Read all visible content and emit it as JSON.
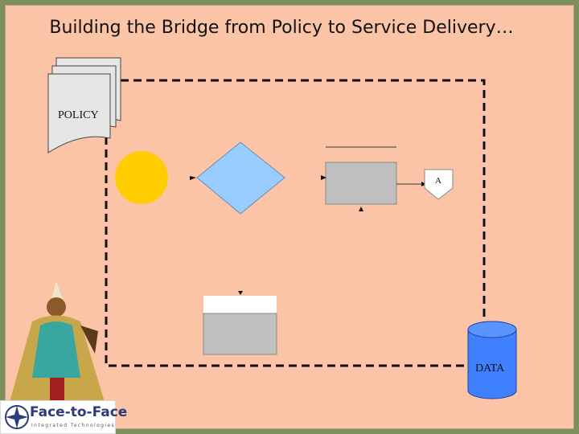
{
  "slide": {
    "title": "Building the Bridge from Policy to Service Delivery…"
  },
  "diagram": {
    "policy_label": "POLICY",
    "connector_label": "A",
    "data_label": "DATA"
  },
  "logo": {
    "name": "Face-to-Face",
    "tagline": "Integrated Technologies"
  },
  "colors": {
    "slide_bg": "#fcc4a6",
    "frame": "#7d8f5a",
    "circle": "#ffcc00",
    "decision": "#99ccff",
    "process_box": "#c0c0c0",
    "database": "#3f80ff"
  }
}
